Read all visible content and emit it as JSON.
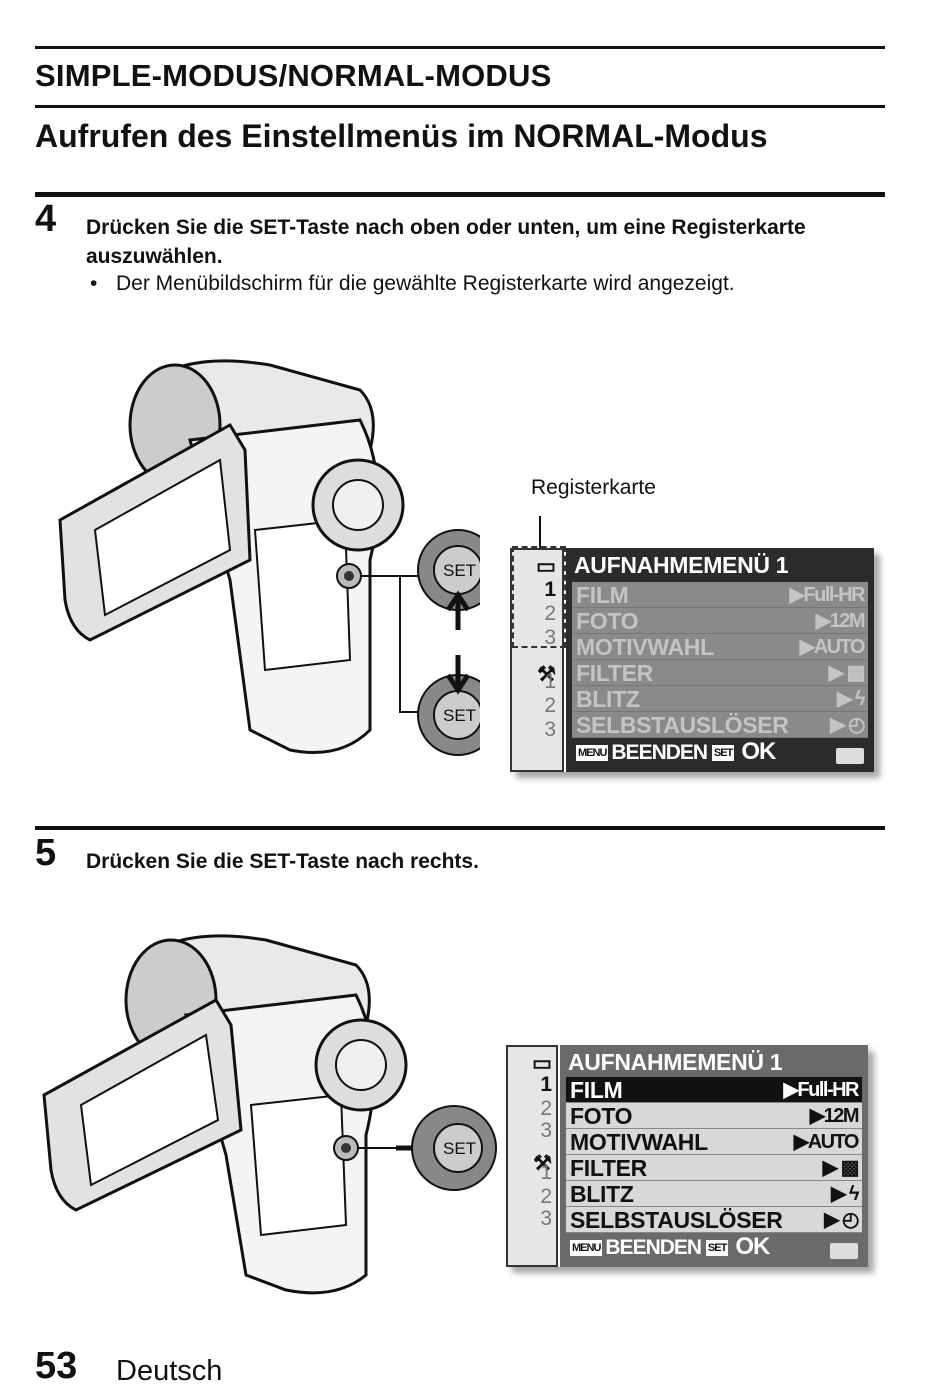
{
  "header": {
    "section_title": "SIMPLE-MODUS/NORMAL-MODUS",
    "page_title": "Aufrufen des Einstellmenüs im NORMAL-Modus"
  },
  "steps": [
    {
      "number": "4",
      "text": "Drücken Sie die SET-Taste nach oben oder unten, um eine Registerkarte auszuwählen.",
      "bullet": "Der Menübildschirm für die gewählte Registerkarte wird angezeigt."
    },
    {
      "number": "5",
      "text": "Drücken Sie die SET-Taste nach rechts."
    }
  ],
  "figure1": {
    "callout": "Registerkarte",
    "button_label": "SET"
  },
  "menu": {
    "tabs": [
      "1",
      "2",
      "3",
      "1",
      "2",
      "3"
    ],
    "title": "AUFNAHMEMENÜ 1",
    "items": [
      {
        "label": "FILM",
        "value": "Full-HR",
        "icon": "film-quality-icon"
      },
      {
        "label": "FOTO",
        "value": "12M",
        "icon": "photo-size-icon"
      },
      {
        "label": "MOTIVWAHL",
        "value": "AUTO",
        "icon": "scene-auto-icon"
      },
      {
        "label": "FILTER",
        "value": "",
        "icon": "filter-off-icon"
      },
      {
        "label": "BLITZ",
        "value": "",
        "icon": "flash-auto-icon"
      },
      {
        "label": "SELBSTAUSLÖSER",
        "value": "",
        "icon": "self-timer-off-icon"
      }
    ],
    "footer_menu_tag": "MENU",
    "footer_exit": "BEENDEN",
    "footer_set_tag": "SET",
    "footer_ok": "OK"
  },
  "footer": {
    "page_number": "53",
    "language": "Deutsch"
  }
}
